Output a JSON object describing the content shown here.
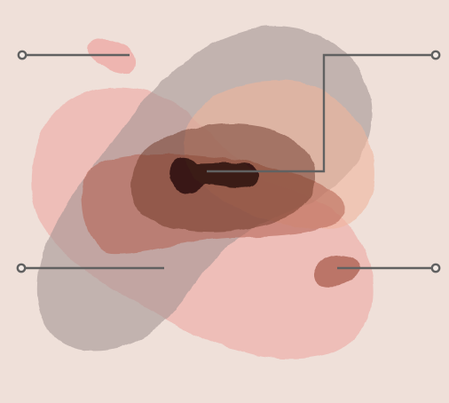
{
  "colors": {
    "background": "#efe0d9",
    "pink": "#eeaaa5",
    "taupe": "#a29390",
    "peach": "#f0b49c",
    "terracotta": "#b35f4c",
    "dark_brown": "#6b3526",
    "near_black": "#2a0f0c",
    "leader_line": "#616161",
    "endpoint_fill": "#f4ebe6"
  },
  "callouts": [
    {
      "name": "callout-top-left",
      "endpoint": "left"
    },
    {
      "name": "callout-top-right",
      "endpoint": "right"
    },
    {
      "name": "callout-middle-left",
      "endpoint": "left"
    },
    {
      "name": "callout-middle-right",
      "endpoint": "right"
    }
  ]
}
